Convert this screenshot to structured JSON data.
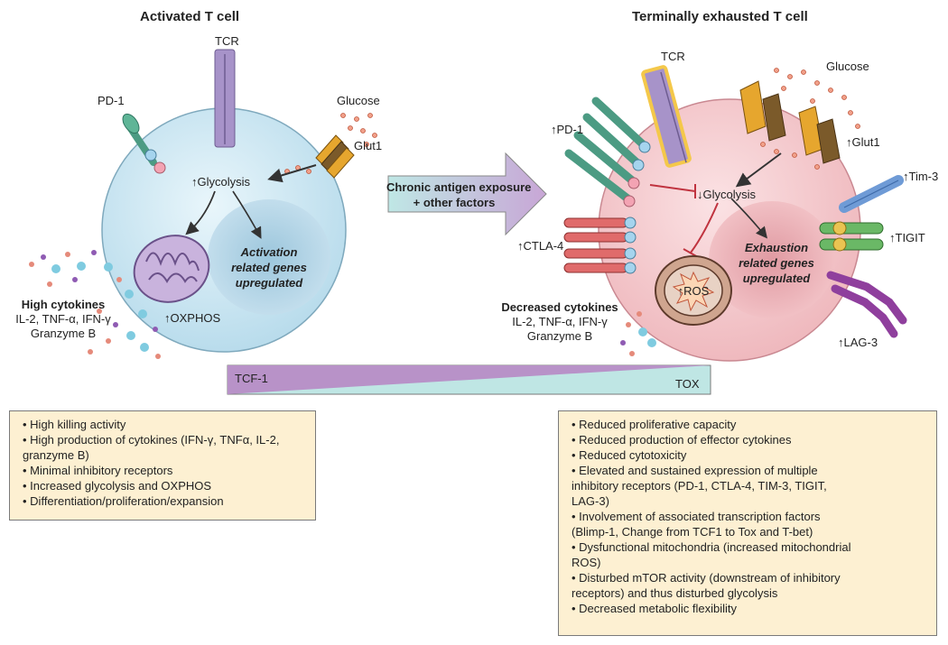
{
  "left_title": "Activated T cell",
  "right_title": "Terminally exhausted T cell",
  "left_labels": {
    "tcr": "TCR",
    "pd1": "PD-1",
    "glucose": "Glucose",
    "glut1": "Glut1",
    "glycolysis": "↑Glycolysis",
    "genes_line1": "Activation",
    "genes_line2": "related genes",
    "genes_line3": "upregulated",
    "oxphos": "↑OXPHOS",
    "cytokines_title": "High cytokines",
    "cytokines_line1": "IL-2, TNF-α, IFN-γ",
    "cytokines_line2": "Granzyme B"
  },
  "arrow_text_line1": "Chronic antigen exposure",
  "arrow_text_line2": "+ other factors",
  "right_labels": {
    "tcr": "TCR",
    "glucose": "Glucose",
    "pd1": "↑PD-1",
    "glut1": "↑Glut1",
    "tim3": "↑Tim-3",
    "glycolysis": "↓Glycolysis",
    "ctla4": "↑CTLA-4",
    "tigit": "↑TIGIT",
    "genes_line1": "Exhaustion",
    "genes_line2": "related genes",
    "genes_line3": "upregulated",
    "ros": "↑ROS",
    "lag3": "↑LAG-3",
    "cytokines_title": "Decreased cytokines",
    "cytokines_line1": "IL-2, TNF-α, IFN-γ",
    "cytokines_line2": "Granzyme B"
  },
  "gradient": {
    "left": "TCF-1",
    "right": "TOX"
  },
  "left_box": [
    "High killing activity",
    "High production of cytokines (IFN-γ, TNFα, IL-2,",
    "granzyme B)",
    "Minimal inhibitory receptors",
    "Increased glycolysis and OXPHOS",
    "Differentiation/proliferation/expansion"
  ],
  "right_box": [
    "Reduced proliferative capacity",
    "Reduced production of effector cytokines",
    "Reduced cytotoxicity",
    "Elevated and sustained expression of multiple",
    "inhibitory receptors (PD-1, CTLA-4, TIM-3, TIGIT,",
    "LAG-3)",
    "Involvement of associated transcription factors",
    "(Blimp-1, Change from TCF1 to Tox and T-bet)",
    "Dysfunctional mitochondria (increased mitochondrial",
    "ROS)",
    "Disturbed mTOR activity (downstream of inhibitory",
    "receptors) and thus disturbed glycolysis",
    "Decreased metabolic flexibility"
  ],
  "colors": {
    "left_cell": "#cfe9f3",
    "right_cell": "#f6cfd3",
    "box_fill": "#fdf0d2",
    "tcf1": "#b892c8",
    "tox": "#bfe6e4"
  }
}
